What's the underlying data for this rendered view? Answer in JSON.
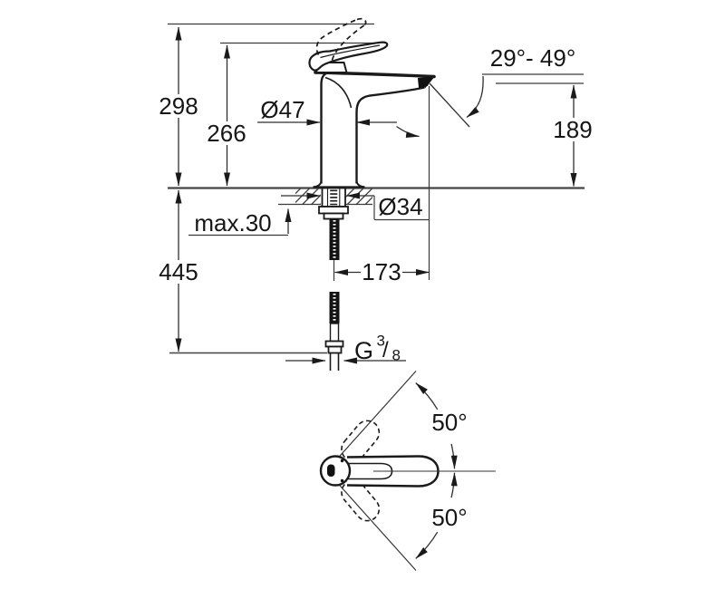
{
  "drawing": {
    "title": "single-lever basin mixer dimensional drawing",
    "side_view": {
      "overall_height": "298",
      "lever_height": "266",
      "body_diameter": "Ø47",
      "spout_angle_range": "29°- 49°",
      "spout_outlet_height": "189",
      "max_mounting_thickness": "max.30",
      "mounting_hole_diameter": "Ø34",
      "supply_length": "445",
      "spout_projection": "173",
      "thread": {
        "g": "G",
        "numerator": "3",
        "slash": "/",
        "denominator": "8"
      }
    },
    "top_view": {
      "lever_swivel_up": "50°",
      "lever_swivel_down": "50°"
    }
  }
}
